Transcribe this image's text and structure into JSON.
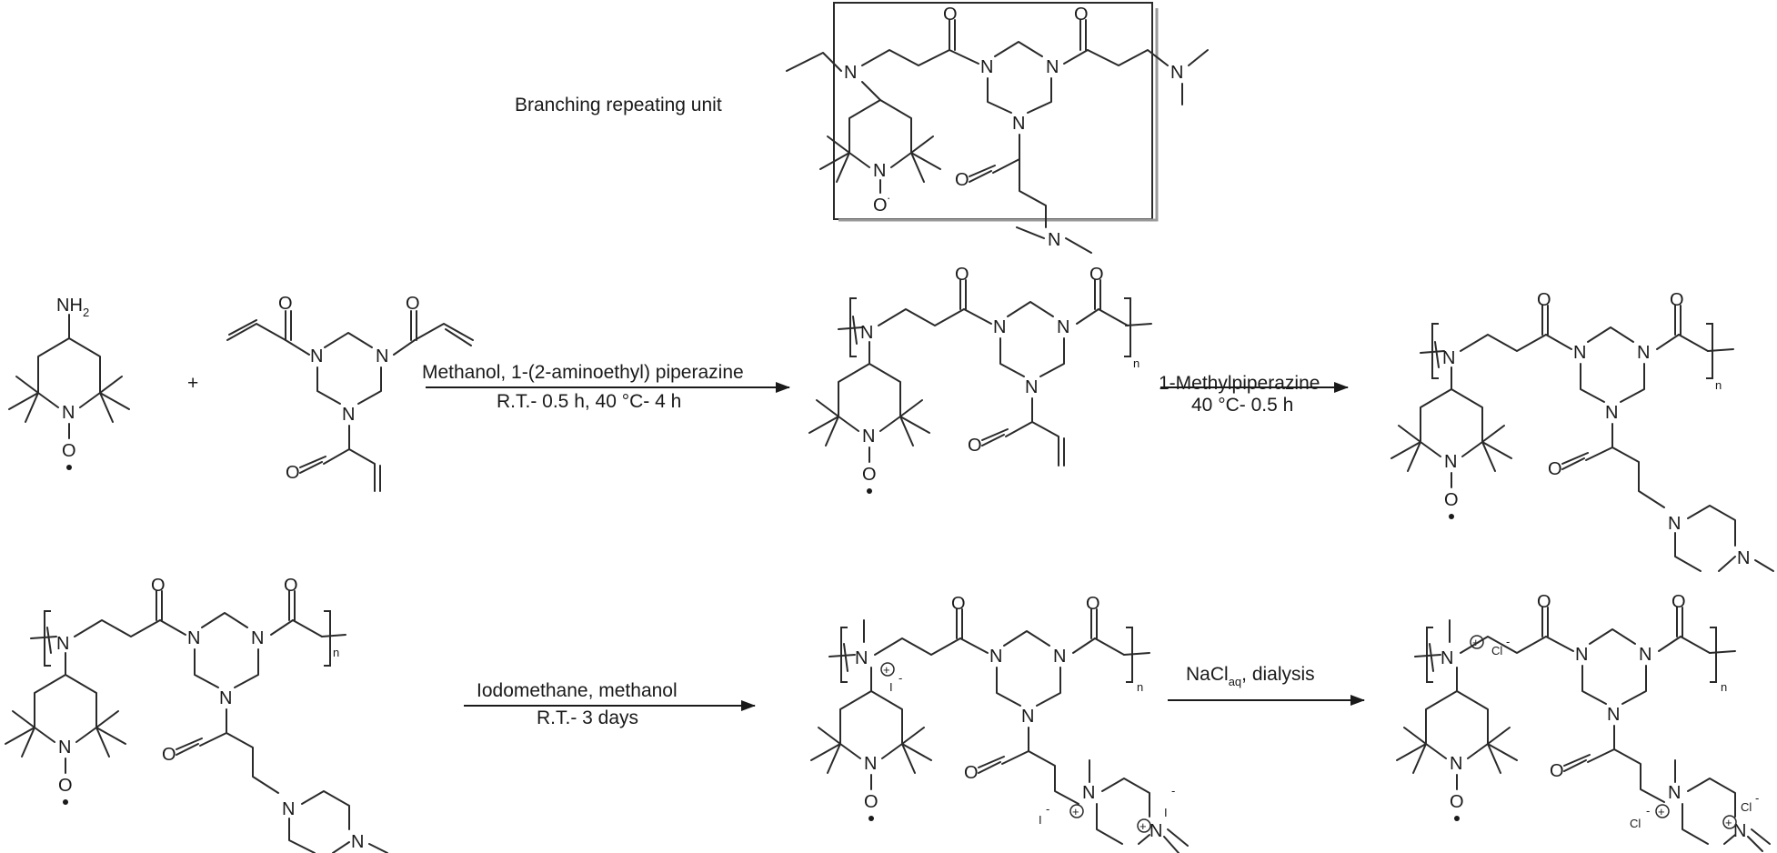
{
  "labels": {
    "branching_unit": "Branching repeating unit",
    "plus": "+",
    "step1_line1": "Methanol, 1-(2-aminoethyl) piperazine",
    "step1_line2": "R.T.- 0.5 h, 40 °C- 4 h",
    "step2_line1": "1-Methylpiperazine",
    "step2_line2": "40 °C- 0.5 h",
    "step3_line1": "Iodomethane, methanol",
    "step3_line2": "R.T.- 3 days",
    "step4_reagent": "NaCl",
    "step4_sub": "aq",
    "step4_rest": ", dialysis"
  },
  "atoms": {
    "N": "N",
    "O": "O",
    "NH2": "NH",
    "NH2_sub": "2",
    "O_radical": "O",
    "repeat_n": "n",
    "iodide": "I",
    "chloride": "Cl",
    "plus_charge": "+",
    "minus_charge": "-"
  }
}
